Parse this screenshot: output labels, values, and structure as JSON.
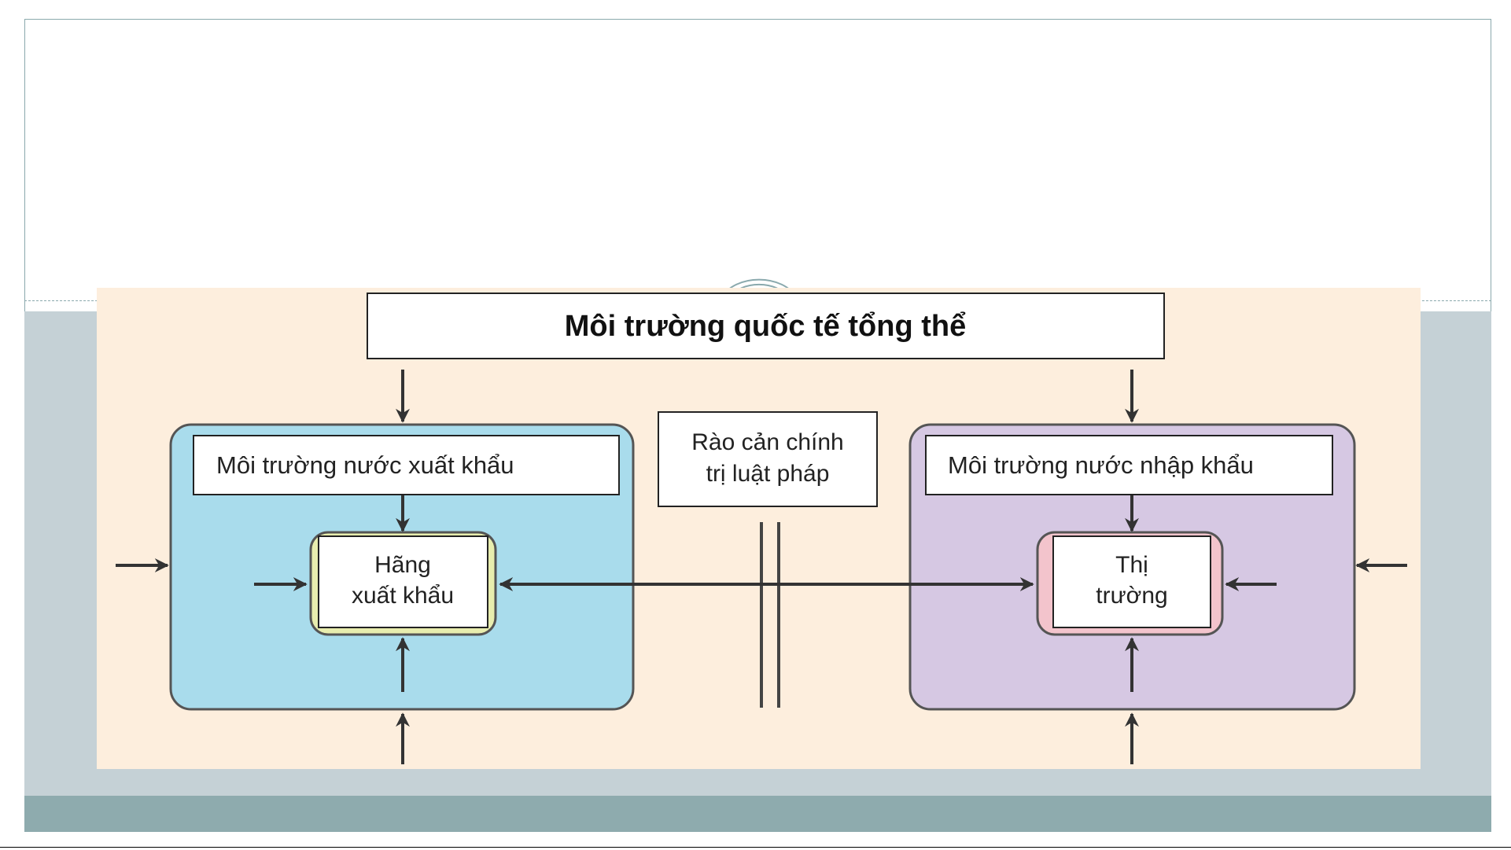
{
  "diagram": {
    "title": "Môi trường quốc tế tổng thể",
    "export_environment": "Môi trường nước xuất khẩu",
    "import_environment": "Môi trường nước nhập khẩu",
    "barrier": {
      "line1": "Rào cản chính",
      "line2": "trị luật pháp"
    },
    "exporter": {
      "line1": "Hãng",
      "line2": "xuất khẩu"
    },
    "market": {
      "line1": "Thị",
      "line2": "trường"
    }
  },
  "colors": {
    "diagram_background": "#fdeedd",
    "export_country": "#a9dcec",
    "import_country": "#d6c8e3",
    "exporter_accent": "#e8edae",
    "market_accent": "#f3c4cc",
    "slide_band": "#c5d1d6",
    "slide_footer": "#8eabae"
  }
}
